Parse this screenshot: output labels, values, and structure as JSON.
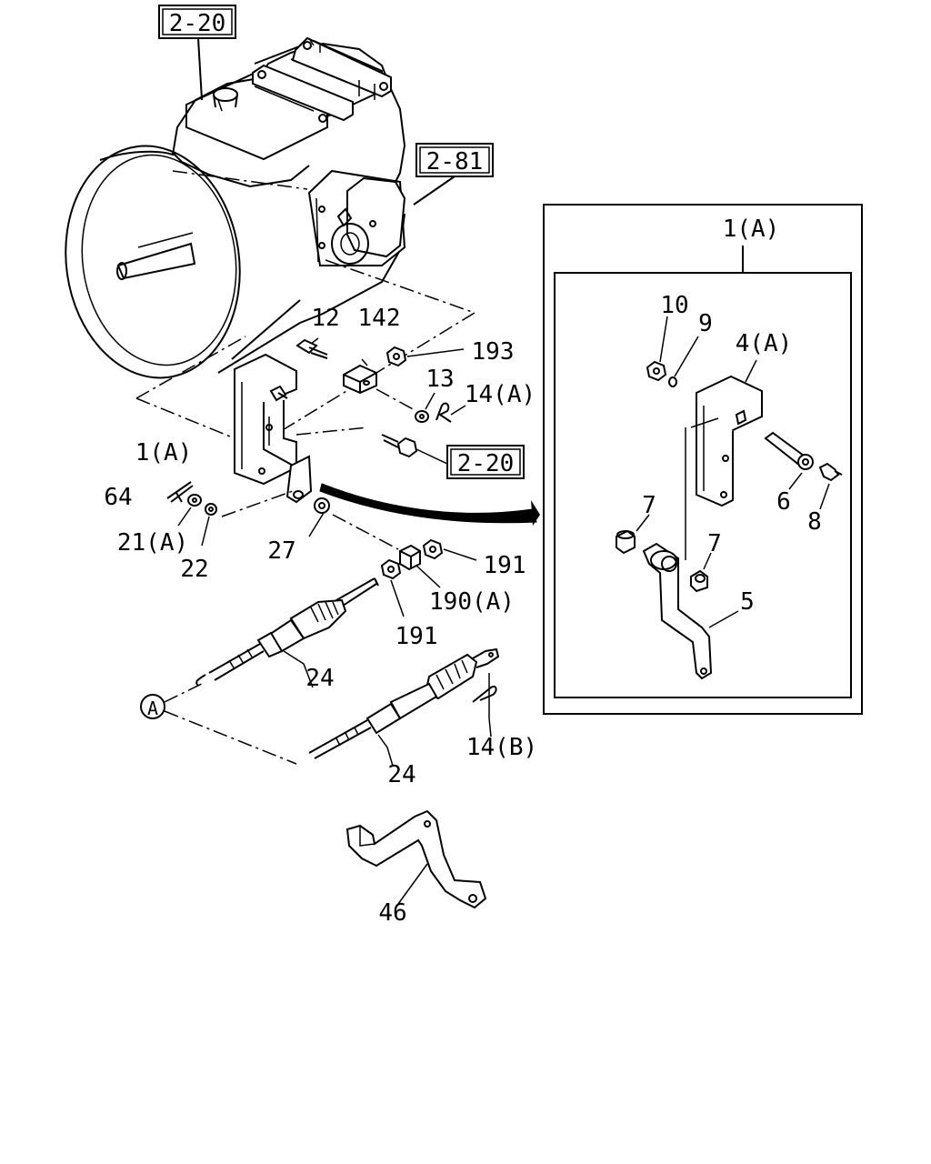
{
  "references": {
    "top": "2-20",
    "right": "2-81",
    "bolt": "2-20"
  },
  "inset": {
    "title": "1(A)"
  },
  "labels": {
    "p12": "12",
    "p142": "142",
    "p193": "193",
    "p13": "13",
    "p14a": "14(A)",
    "p1a": "1(A)",
    "p64": "64",
    "p21a": "21(A)",
    "p22": "22",
    "p27": "27",
    "p191a": "191",
    "p190a": "190(A)",
    "p191b": "191",
    "p24a": "24",
    "p24b": "24",
    "p14b": "14(B)",
    "p46": "46",
    "ptagA": "A",
    "i10": "10",
    "i9": "9",
    "i4a": "4(A)",
    "i6": "6",
    "i8": "8",
    "i7a": "7",
    "i7b": "7",
    "i5": "5"
  }
}
